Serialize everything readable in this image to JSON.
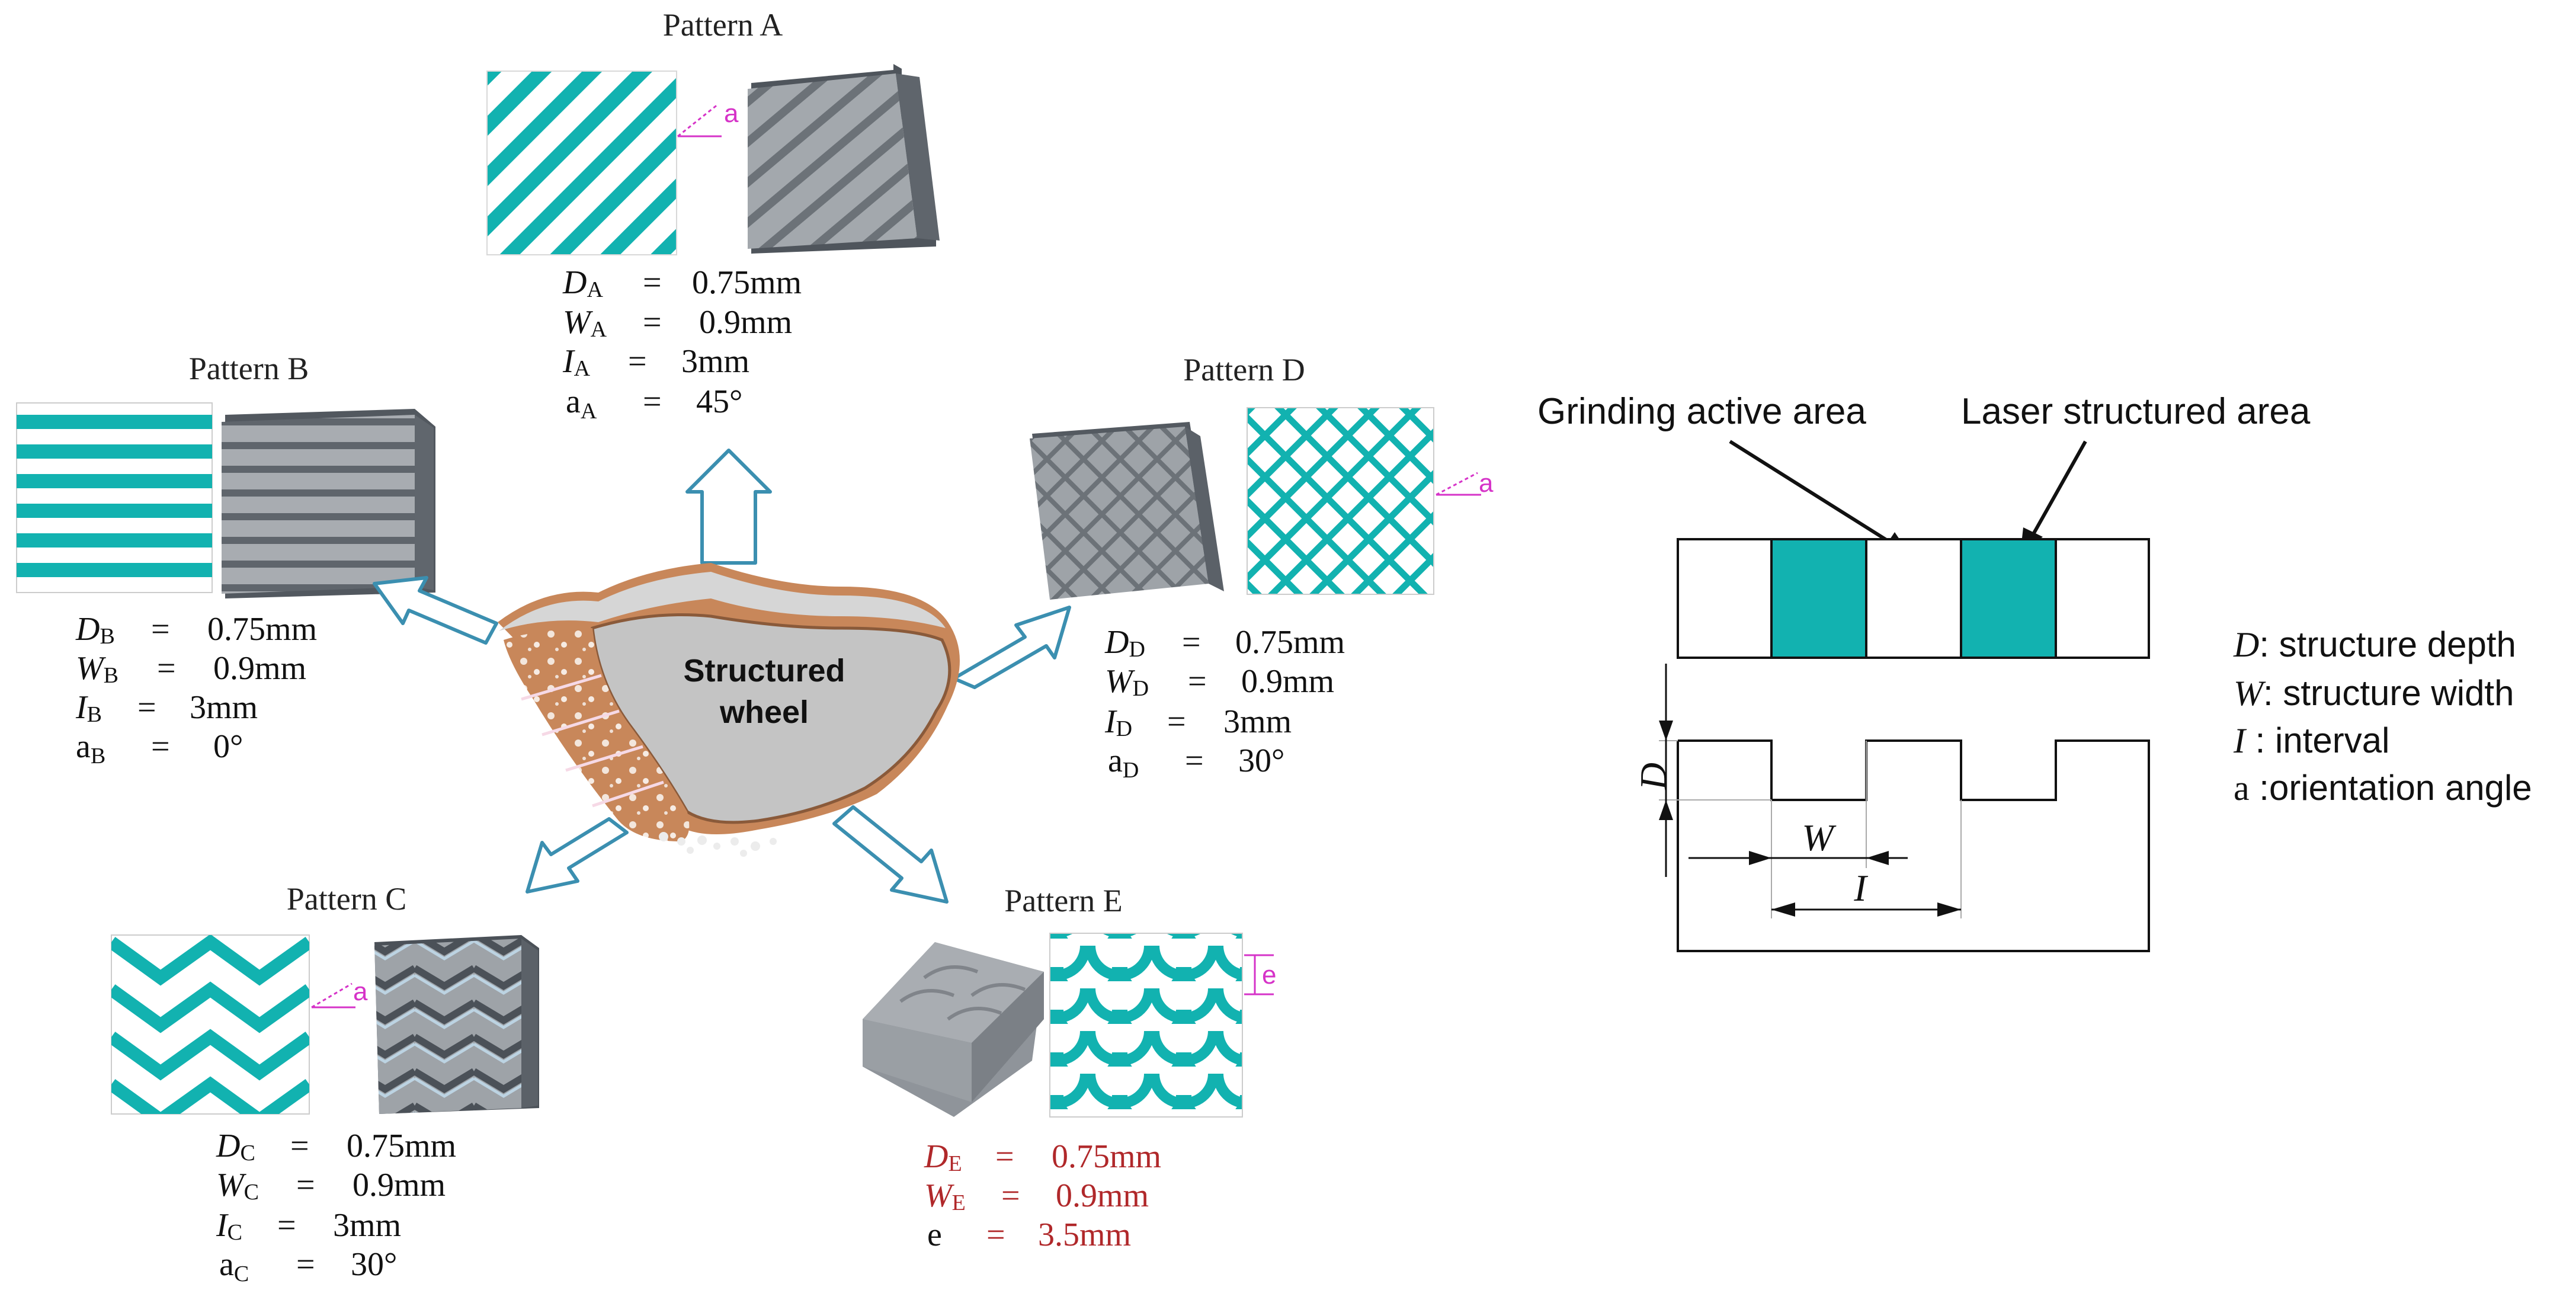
{
  "colors": {
    "teal": "#12b2b0",
    "grey_face": "#9ea3a8",
    "grey_dark": "#5b6168",
    "arrow_outline": "#3b8fb0",
    "angle_marker": "#d633c8",
    "red_text": "#b0282a",
    "wheel_copper": "#c8875a",
    "wheel_grey": "#c4c4c4"
  },
  "wheel": {
    "label_line1": "Structured",
    "label_line2": "wheel"
  },
  "patterns": {
    "A": {
      "title": "Pattern A",
      "angle_marker": "a",
      "params": [
        {
          "sym": "D",
          "sub": "A",
          "eq": "=",
          "val": "0.75mm"
        },
        {
          "sym": "W",
          "sub": "A",
          "eq": "=",
          "val": "0.9mm"
        },
        {
          "sym": "I",
          "sub": "A",
          "eq": "=",
          "val": "3mm"
        },
        {
          "sym": "a",
          "sub": "A",
          "eq": "=",
          "val": "45°"
        }
      ]
    },
    "B": {
      "title": "Pattern B",
      "params": [
        {
          "sym": "D",
          "sub": "B",
          "eq": "=",
          "val": "0.75mm"
        },
        {
          "sym": "W",
          "sub": "B",
          "eq": "=",
          "val": "0.9mm"
        },
        {
          "sym": "I",
          "sub": "B",
          "eq": "=",
          "val": "3mm"
        },
        {
          "sym": "a",
          "sub": "B",
          "eq": "=",
          "val": "0°"
        }
      ]
    },
    "C": {
      "title": "Pattern C",
      "angle_marker": "a",
      "params": [
        {
          "sym": "D",
          "sub": "C",
          "eq": "=",
          "val": "0.75mm"
        },
        {
          "sym": "W",
          "sub": "C",
          "eq": "=",
          "val": "0.9mm"
        },
        {
          "sym": "I",
          "sub": "C",
          "eq": "=",
          "val": "3mm"
        },
        {
          "sym": "a",
          "sub": "C",
          "eq": "=",
          "val": "30°"
        }
      ]
    },
    "D": {
      "title": "Pattern D",
      "angle_marker": "a",
      "params": [
        {
          "sym": "D",
          "sub": "D",
          "eq": "=",
          "val": "0.75mm"
        },
        {
          "sym": "W",
          "sub": "D",
          "eq": "=",
          "val": "0.9mm"
        },
        {
          "sym": "I",
          "sub": "D",
          "eq": "=",
          "val": "3mm"
        },
        {
          "sym": "a",
          "sub": "D",
          "eq": "=",
          "val": "30°"
        }
      ]
    },
    "E": {
      "title": "Pattern E",
      "angle_marker": "e",
      "params": [
        {
          "sym": "D",
          "sub": "E",
          "eq": "=",
          "val": "0.75mm"
        },
        {
          "sym": "W",
          "sub": "E",
          "eq": "=",
          "val": "0.9mm"
        },
        {
          "sym": "e",
          "sub": "",
          "eq": "=",
          "val": "3.5mm"
        }
      ]
    }
  },
  "schematic": {
    "callout_grinding": "Grinding active area",
    "callout_laser": "Laser structured area",
    "dim_D": "D",
    "dim_W": "W",
    "dim_I": "I",
    "legend": [
      {
        "sym": "D",
        "text": ": structure depth"
      },
      {
        "sym": "W",
        "text": ": structure width"
      },
      {
        "sym": "I",
        "text": " : interval"
      },
      {
        "sym": "a",
        "text": " :orientation angle"
      }
    ]
  }
}
